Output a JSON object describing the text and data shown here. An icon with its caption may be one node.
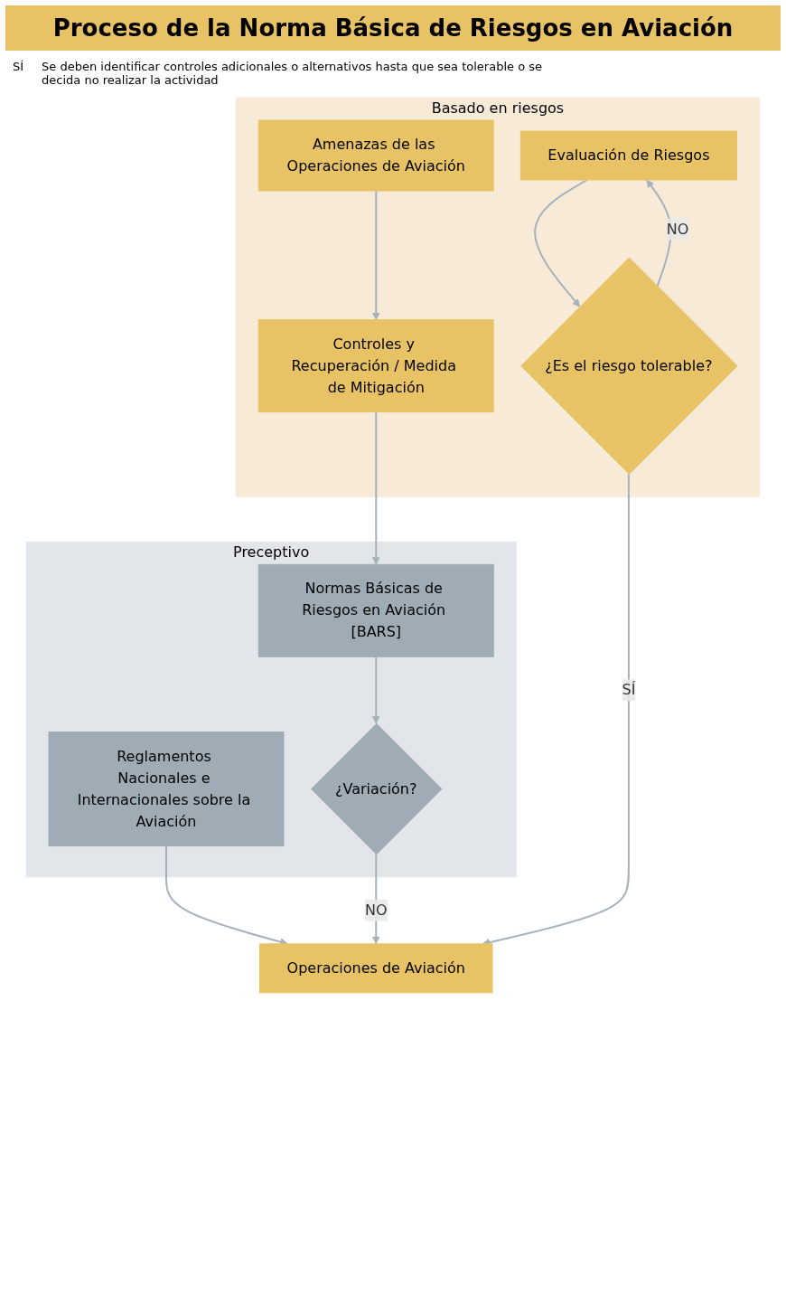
{
  "diagram": {
    "title": "Proceso de la Norma Básica de Riesgos en Aviación",
    "nodes": [
      {
        "text": [
          "Preceptivo"
        ]
      },
      {
        "text": [
          "Basado en riesgos"
        ]
      },
      {
        "text": [
          "Amenazas de las Operaciones de Aviación"
        ],
        "in": 1
      },
      {
        "text": [
          "Reglamentos Nacionales e Internacionales sobre la Aviación"
        ],
        "in": 0
      },
      {
        "text": [
          "Normas Básicas de Riesgos en Aviación [BARS]"
        ],
        "in": 0
      },
      {
        "text": [
          "Controles y Recuperación / Medida de Mitigación"
        ],
        "in": 1
      },
      {
        "text": [
          "¿Variación?"
        ],
        "in": 0
      },
      {
        "text": [
          "Evaluación de Riesgos"
        ],
        "in": 1
      },
      {
        "text": [
          "¿Es el riesgo tolerable?"
        ],
        "in": 1
      },
      {
        "text": [
          "Operaciones de Aviación"
        ]
      }
    ],
    "edges": [
      {
        "from": 2,
        "to": 5,
        "arrow": "to"
      },
      {
        "from": 5,
        "to": 4,
        "arrow": "to"
      },
      {
        "from": 3,
        "to": 9,
        "arrow": "to"
      },
      {
        "from": 4,
        "to": 6,
        "arrow": "to"
      },
      {
        "from": 6,
        "to": 9,
        "arrow": "to",
        "label": "NO"
      },
      {
        "from": 7,
        "to": 8,
        "arrow": "to"
      },
      {
        "from": 8,
        "to": 7,
        "arrow": "to",
        "label": "NO"
      },
      {
        "from": 8,
        "to": 9,
        "arrow": "to",
        "label": "SÍ"
      }
    ],
    "labels": [
      "SÍ",
      "Se deben identificar controles adicionales o alternativos hasta que sea tolerable o se decida no realizar la actividad"
    ]
  }
}
